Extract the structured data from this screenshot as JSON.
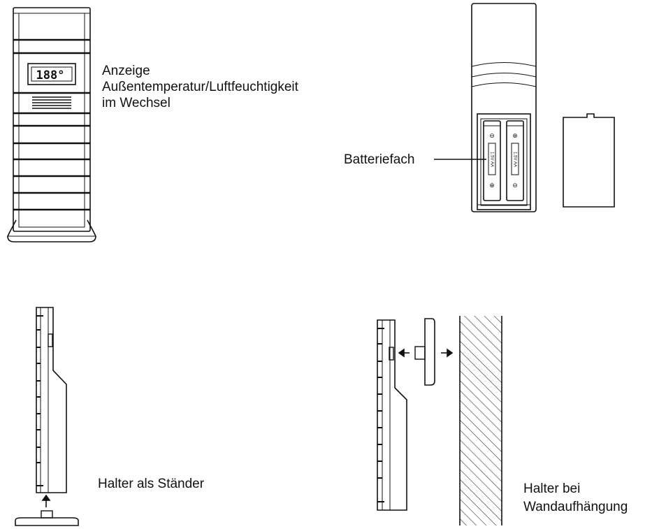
{
  "display_label": {
    "line1": "Anzeige",
    "line2": "Außentemperatur/Luftfeuchtigkeit",
    "line3": "im Wechsel"
  },
  "lcd_text": "188°",
  "battery_label": "Batteriefach",
  "battery_marks": {
    "plus": "⊕",
    "minus": "⊖",
    "cell_text": "1.5V AA"
  },
  "stand_label": "Halter als Ständer",
  "wall_label": {
    "line1": "Halter bei",
    "line2": "Wandaufhängung"
  }
}
